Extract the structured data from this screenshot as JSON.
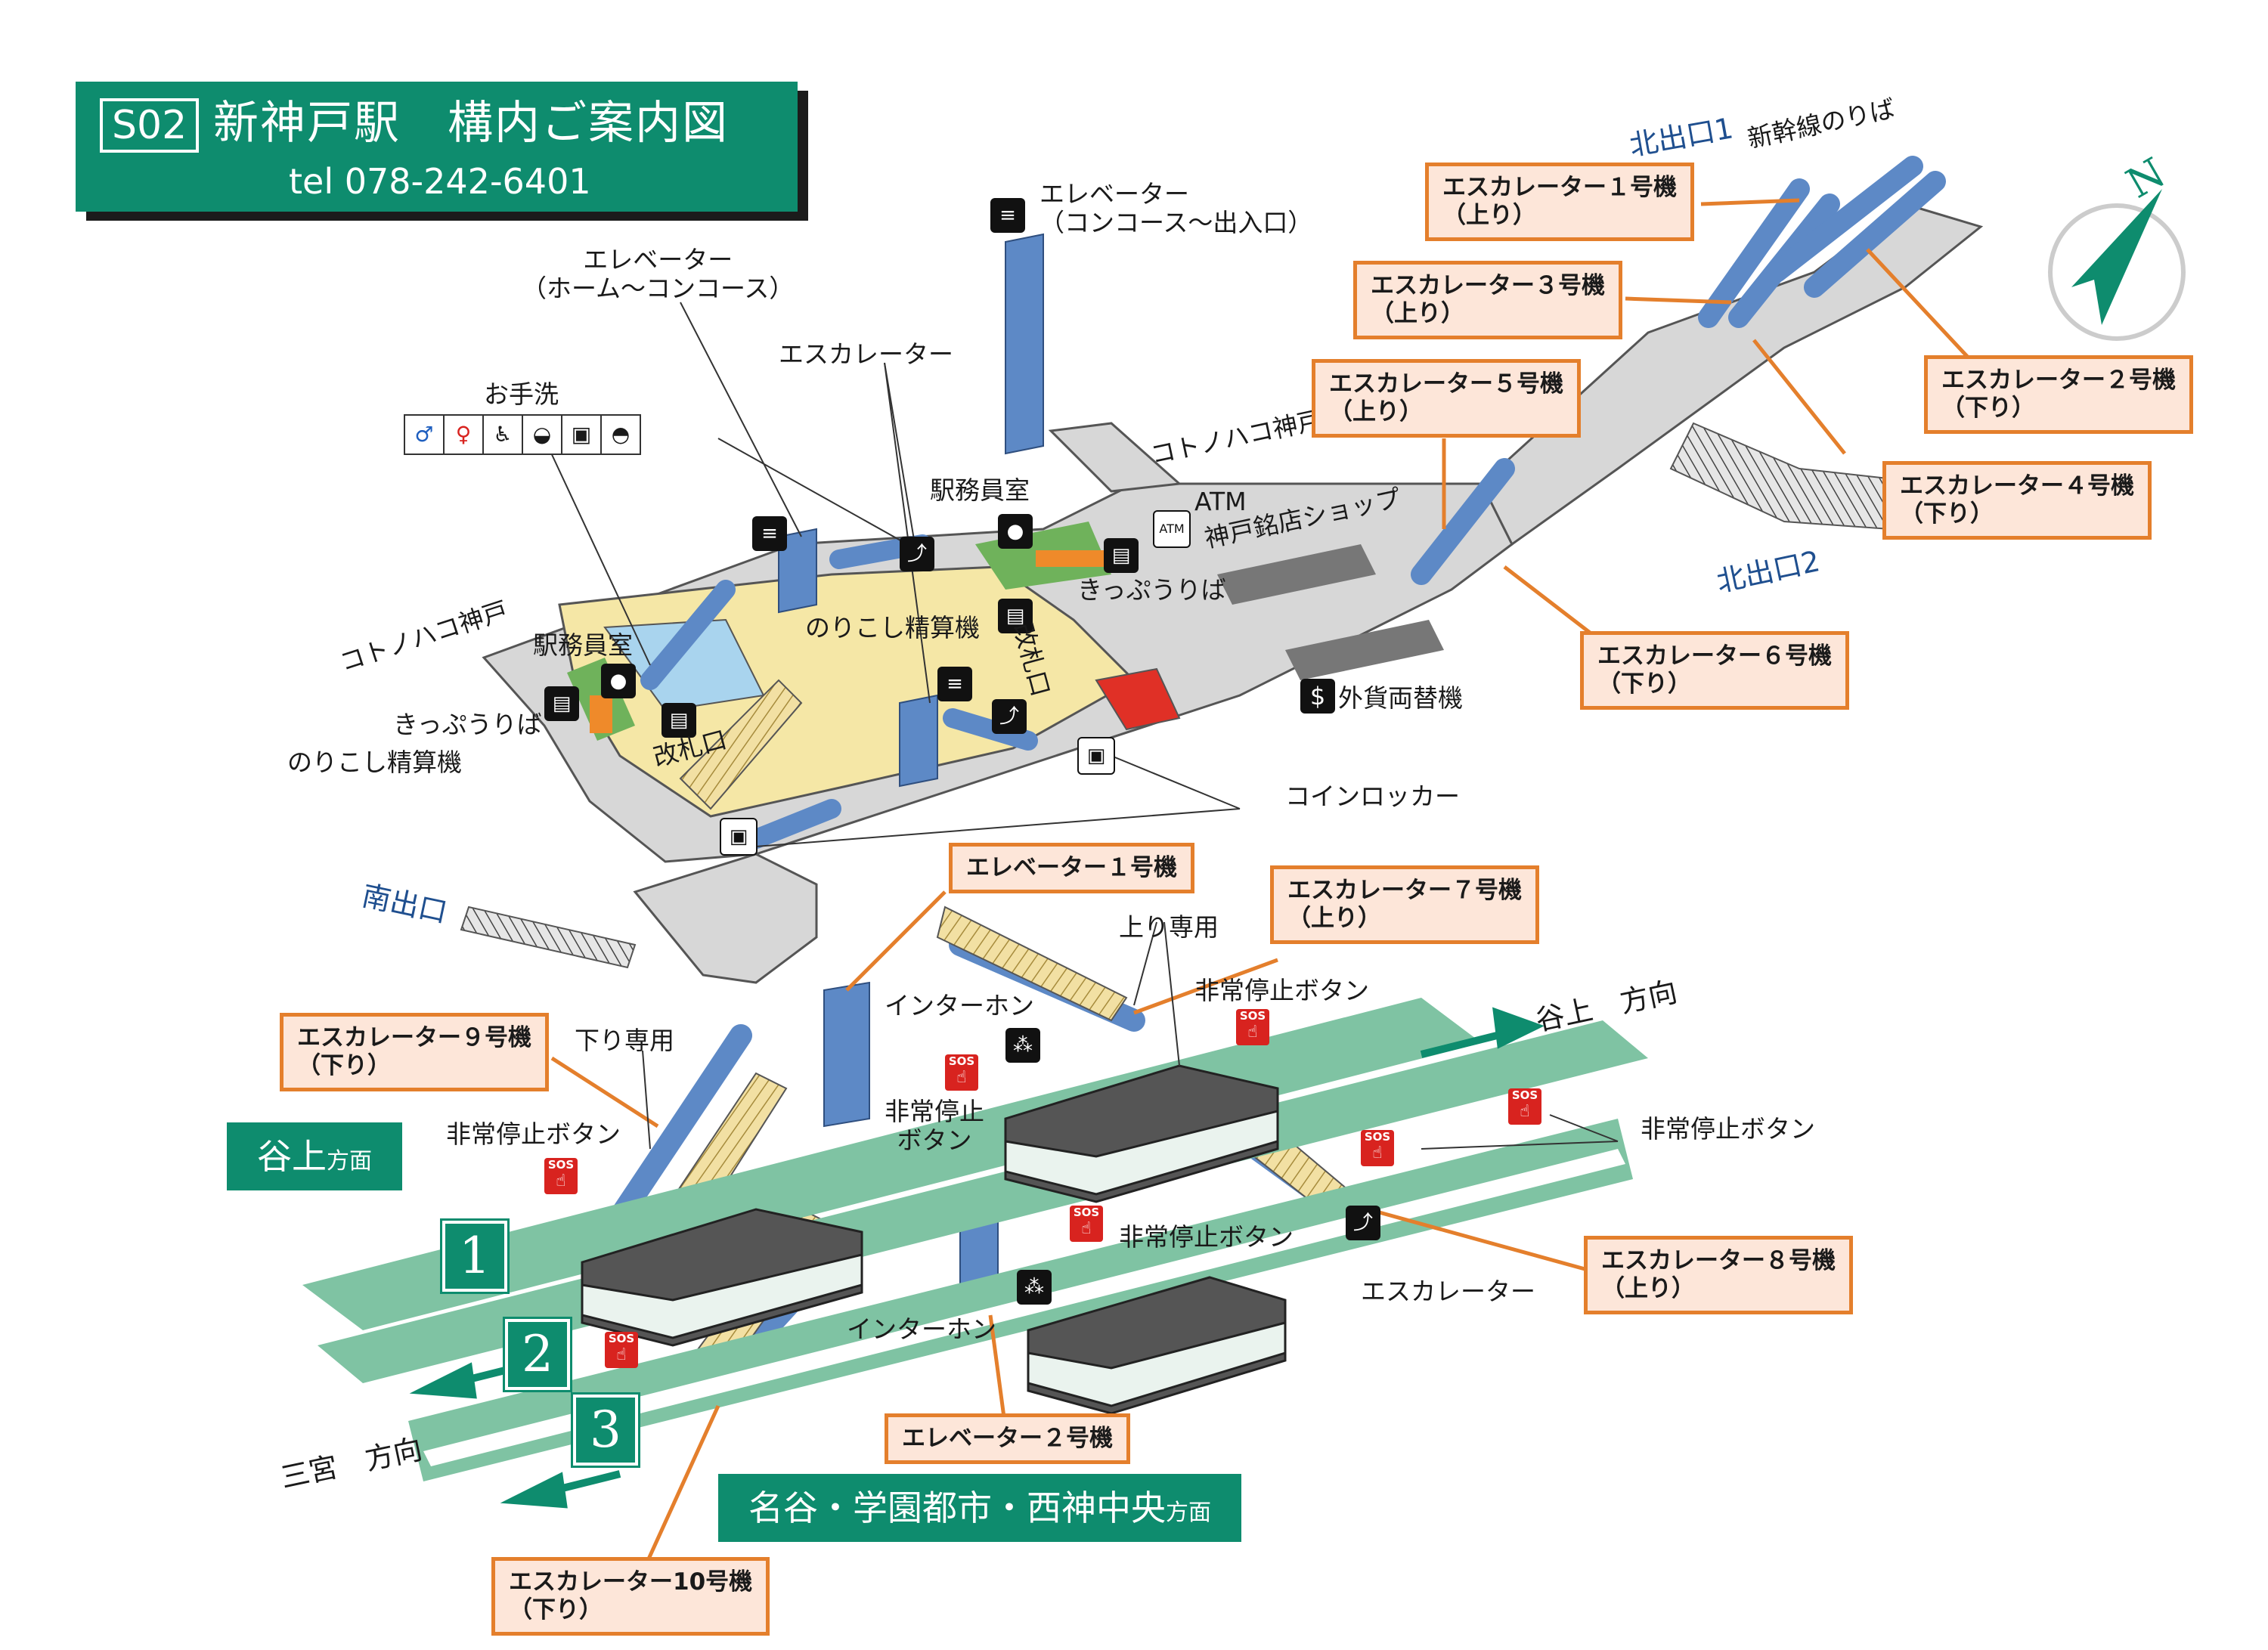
{
  "header": {
    "code": "S02",
    "name": "新神戸駅　構内ご案内図",
    "tel": "tel 078-242-6401"
  },
  "labels": {
    "elevator_concourse_exit": "エレベーター\n（コンコース～出入口）",
    "elevator_home_concourse": "エレベーター\n（ホーム～コンコース）",
    "escalator_top": "エスカレーター",
    "toilet": "お手洗",
    "kotonohako_right": "コトノハコ神戸",
    "atm": "ATM",
    "kobe_shop": "神戸銘店ショップ",
    "station_office_right": "駅務員室",
    "ticket_right": "きっぷうりば",
    "fare_adjust_right": "のりこし精算機",
    "gate_right": "改札口",
    "kotonohako_left": "コトノハコ神戸",
    "station_office_left": "駅務員室",
    "ticket_left": "きっぷうりば",
    "fare_adjust_left": "のりこし精算機",
    "gate_left": "改札口",
    "currency_exchange": "外貨両替機",
    "coin_locker": "コインロッカー",
    "north_exit_1": "北出口1",
    "north_exit_2": "北出口2",
    "shinkansen": "新幹線のりば",
    "south_exit": "南出口",
    "up_only": "上り専用",
    "down_only": "下り専用",
    "intercom_top": "インターホン",
    "intercom_bottom": "インターホン",
    "emergency_1": "非常停止ボタン",
    "emergency_2": "非常停止\nボタン",
    "emergency_3": "非常停止ボタン",
    "emergency_4": "非常停止ボタン",
    "emergency_5": "非常停止ボタン",
    "escalator_bottom": "エスカレーター",
    "dir_tanigami": "谷上　方向",
    "dir_sannomiya": "三宮　方向",
    "compass": "N"
  },
  "boxes": {
    "esc1": "エスカレーター１号機\n（上り）",
    "esc2": "エスカレーター２号機\n（下り）",
    "esc3": "エスカレーター３号機\n（上り）",
    "esc4": "エスカレーター４号機\n（下り）",
    "esc5": "エスカレーター５号機\n（上り）",
    "esc6": "エスカレーター６号機\n（下り）",
    "esc7": "エスカレーター７号機\n（上り）",
    "esc8": "エスカレーター８号機\n（上り）",
    "esc9": "エスカレーター９号機\n（下り）",
    "esc10": "エスカレーター10号機\n（下り）",
    "elev1": "エレベーター１号機",
    "elev2": "エレベーター２号機"
  },
  "platforms": {
    "p1": "1",
    "p2": "2",
    "p3": "3",
    "tanigami_main": "谷上",
    "tanigami_sub": "方面",
    "nishishin_main": "名谷・学園都市・西神中央",
    "nishishin_sub": "方面"
  },
  "sos_text": "SOS",
  "colors": {
    "brand_green": "#0e8c6e",
    "platform": "#7fc3a3",
    "concourse": "#d7d7d7",
    "paid_area": "#f5e7a6",
    "escalator": "#5d89c6",
    "callout_fill": "#fde6d9",
    "callout_border": "#e47f2c",
    "sos_red": "#d8231f"
  }
}
